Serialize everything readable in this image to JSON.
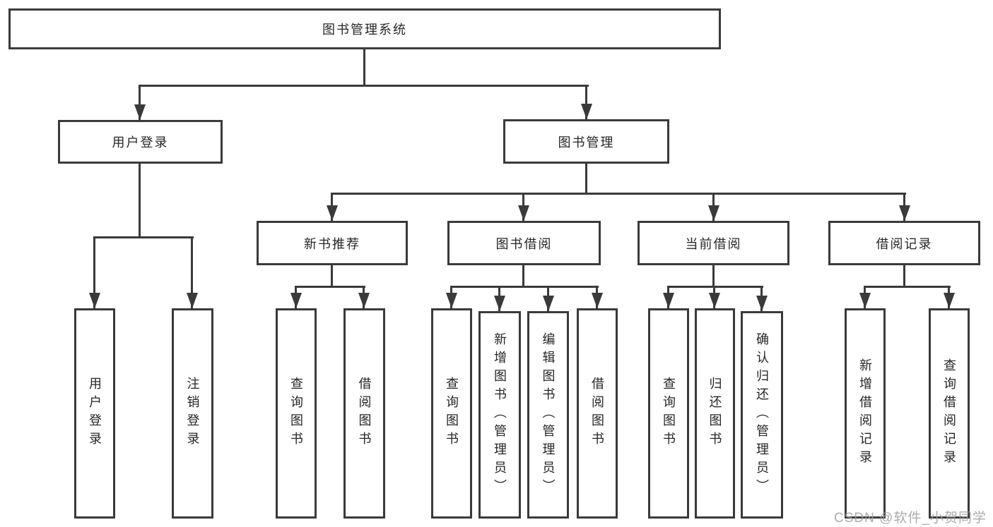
{
  "diagram_title": "图书管理系统",
  "tree": {
    "root": {
      "label": "图书管理系统"
    },
    "children": [
      {
        "label": "用户登录",
        "children": [
          {
            "label": "用户登录"
          },
          {
            "label": "注销登录"
          }
        ]
      },
      {
        "label": "图书管理",
        "children": [
          {
            "label": "新书推荐",
            "children": [
              {
                "label": "查询图书"
              },
              {
                "label": "借阅图书"
              }
            ]
          },
          {
            "label": "图书借阅",
            "children": [
              {
                "label": "查询图书"
              },
              {
                "label": "新增图书（管理员）"
              },
              {
                "label": "编辑图书（管理员）"
              },
              {
                "label": "借阅图书"
              }
            ]
          },
          {
            "label": "当前借阅",
            "children": [
              {
                "label": "查询图书"
              },
              {
                "label": "归还图书"
              },
              {
                "label": "确认归还（管理员）"
              }
            ]
          },
          {
            "label": "借阅记录",
            "children": [
              {
                "label": "新增借阅记录"
              },
              {
                "label": "查询借阅记录"
              }
            ]
          }
        ]
      }
    ]
  },
  "watermark": {
    "text": "CSDN @软件_小贺同学"
  },
  "colors": {
    "line": "#3a3a3a",
    "text": "#262626",
    "background": "#ffffff",
    "watermark": "#9e9e9e"
  }
}
